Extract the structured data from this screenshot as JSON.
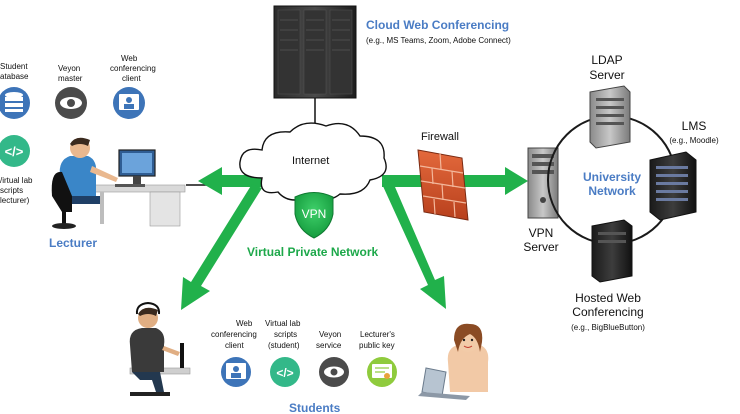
{
  "colors": {
    "accent_blue": "#4A7CC4",
    "vpn_green": "#1DA84A",
    "arrow_green": "#21B14B",
    "firewall": "#D9542C",
    "ring": "#1a1a1a"
  },
  "cloud_conf": {
    "title": "Cloud Web Conferencing",
    "subtitle": "(e.g., MS Teams, Zoom, Adobe Connect)"
  },
  "lecturer_tools": [
    {
      "icon": "database-icon",
      "lines": [
        "Student",
        "atabase"
      ]
    },
    {
      "icon": "eye-icon",
      "lines": [
        "Veyon",
        "master"
      ]
    },
    {
      "icon": "web-conferencing-client-icon",
      "lines": [
        "Web",
        "conferencing",
        "client"
      ]
    },
    {
      "icon": "code-icon",
      "lines": [
        "/irtual lab",
        "scripts",
        "lecturer)"
      ]
    }
  ],
  "lecturer_label": "Lecturer",
  "internet_label": "Internet",
  "vpn_label": "VPN",
  "vpn_network_label": "Virtual Private Network",
  "firewall_label": "Firewall",
  "vpn_server_lines": [
    "VPN",
    "Server"
  ],
  "university": {
    "lines": [
      "University",
      "Network"
    ]
  },
  "ldap_lines": [
    "LDAP",
    "Server"
  ],
  "lms": {
    "title": "LMS",
    "example": "(e.g., Moodle)"
  },
  "hosted": {
    "lines": [
      "Hosted Web",
      "Conferencing"
    ],
    "example": "(e.g., BigBlueButton)"
  },
  "student_tools": [
    {
      "icon": "web-conferencing-client-icon",
      "lines": [
        "Web",
        "conferencing",
        "client"
      ]
    },
    {
      "icon": "code-icon",
      "lines": [
        "Virtual lab",
        "scripts",
        "(student)"
      ]
    },
    {
      "icon": "eye-icon",
      "lines": [
        "Veyon",
        "service"
      ]
    },
    {
      "icon": "certificate-icon",
      "lines": [
        "Lecturer's",
        "public key"
      ]
    }
  ],
  "students_label": "Students"
}
